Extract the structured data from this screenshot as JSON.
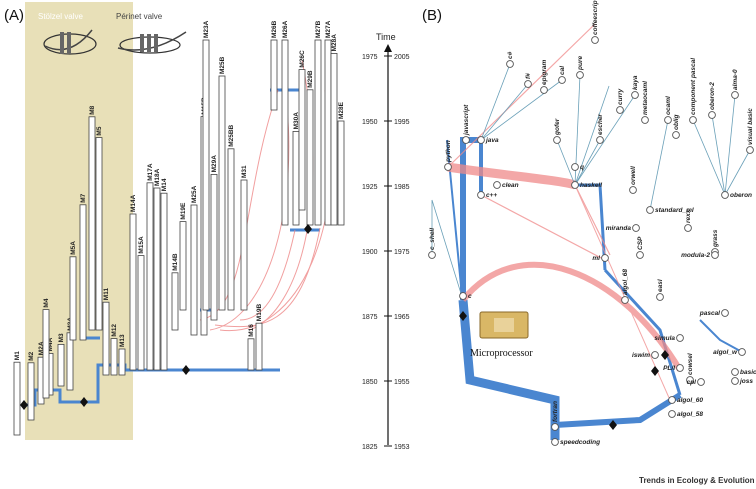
{
  "panels": {
    "a": "(A)",
    "b": "(B)"
  },
  "headers": {
    "stolzel": "Stölzel valve",
    "perinet": "Périnet valve"
  },
  "instruments": [
    {
      "id": "M1",
      "h": 0.28
    },
    {
      "id": "M2",
      "h": 0.22
    },
    {
      "id": "M2A",
      "h": 0.18
    },
    {
      "id": "M4A",
      "h": 0.16
    },
    {
      "id": "M4",
      "h": 0.34
    },
    {
      "id": "M3",
      "h": 0.16
    },
    {
      "id": "M3A",
      "h": 0.22
    },
    {
      "id": "M5A",
      "h": 0.32
    },
    {
      "id": "M7",
      "h": 0.52
    },
    {
      "id": "M8",
      "h": 0.82
    },
    {
      "id": "M5",
      "h": 0.74
    },
    {
      "id": "M11",
      "h": 0.28
    },
    {
      "id": "M12",
      "h": 0.14
    },
    {
      "id": "M13",
      "h": 0.1
    },
    {
      "id": "M14A",
      "h": 0.6
    },
    {
      "id": "M15A",
      "h": 0.44
    },
    {
      "id": "M17A",
      "h": 0.72
    },
    {
      "id": "M18A",
      "h": 0.7
    },
    {
      "id": "M14",
      "h": 0.68
    },
    {
      "id": "M14B",
      "h": 0.22
    },
    {
      "id": "M19E",
      "h": 0.34
    },
    {
      "id": "M25A",
      "h": 0.5
    },
    {
      "id": "M15B",
      "h": 0.84
    },
    {
      "id": "M29A",
      "h": 0.56
    },
    {
      "id": "M23A",
      "h": 1.12
    },
    {
      "id": "M25B",
      "h": 0.9
    },
    {
      "id": "M25BB",
      "h": 0.62
    },
    {
      "id": "M31",
      "h": 0.5
    },
    {
      "id": "M16",
      "h": 0.12
    },
    {
      "id": "M19B",
      "h": 0.18
    },
    {
      "id": "M26B",
      "h": 1.12
    },
    {
      "id": "M26A",
      "h": 0.98
    },
    {
      "id": "M30A",
      "h": 0.36
    },
    {
      "id": "M26C",
      "h": 0.54
    },
    {
      "id": "M27B",
      "h": 0.72
    },
    {
      "id": "M29B",
      "h": 0.52
    },
    {
      "id": "M27A",
      "h": 1.12
    },
    {
      "id": "M28A",
      "h": 0.66
    },
    {
      "id": "M28E",
      "h": 0.4
    }
  ],
  "axis": {
    "title": "Time",
    "left_ticks": [
      "1975",
      "1950",
      "1925",
      "1900",
      "1875",
      "1850",
      "1825"
    ],
    "right_ticks": [
      "2005",
      "1995",
      "1985",
      "1975",
      "1965",
      "1955",
      "1953"
    ]
  },
  "languages": [
    "c#",
    "f#",
    "epigram",
    "cal",
    "pure",
    "coffeescript",
    "javascript",
    "python",
    "java",
    "curry",
    "kaya",
    "gofer",
    "escher",
    "metaocaml",
    "ocaml",
    "oblig",
    "component pascal",
    "alma-0",
    "oberon-2",
    "visual basic",
    "clean",
    "q",
    "haskell",
    "oberon",
    "orwell",
    "standard_ml",
    "miranda",
    "c++",
    "rexx",
    "grass",
    "c_shell",
    "modula-2",
    "ml",
    "CSP",
    "c",
    "algol_68",
    "easl",
    "pascal",
    "simula",
    "iswim",
    "cowsel",
    "algol_w",
    "PL/I",
    "basic",
    "joss",
    "cpl",
    "algol_60",
    "algol_58",
    "fortran",
    "speedcoding"
  ],
  "labels": {
    "microprocessor": "Microprocessor"
  },
  "credit": "Trends in Ecology & Evolution"
}
